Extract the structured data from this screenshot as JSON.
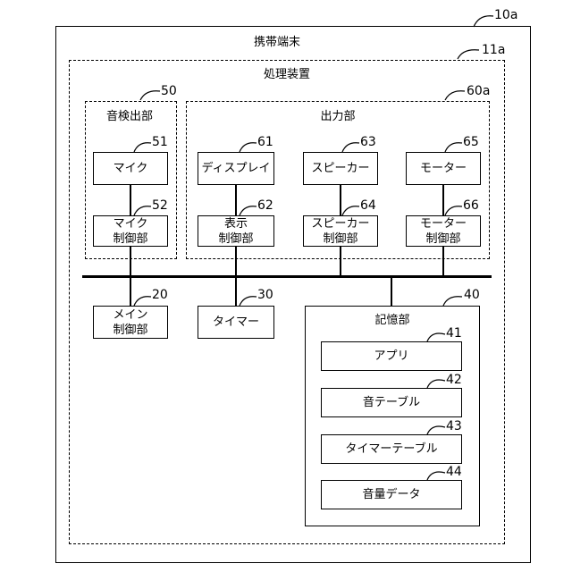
{
  "terminal": {
    "title": "携帯端末",
    "ref": "10a"
  },
  "processor": {
    "title": "処理装置",
    "ref": "11a"
  },
  "sound_detection": {
    "title": "音検出部",
    "ref": "50",
    "mic": {
      "label": "マイク",
      "ref": "51"
    },
    "mic_ctrl": {
      "label": "マイク\n制御部",
      "ref": "52"
    }
  },
  "output": {
    "title": "出力部",
    "ref": "60a",
    "display": {
      "label": "ディスプレイ",
      "ref": "61"
    },
    "display_ctrl": {
      "label": "表示\n制御部",
      "ref": "62"
    },
    "speaker": {
      "label": "スピーカー",
      "ref": "63"
    },
    "speaker_ctrl": {
      "label": "スピーカー\n制御部",
      "ref": "64"
    },
    "motor": {
      "label": "モーター",
      "ref": "65"
    },
    "motor_ctrl": {
      "label": "モーター\n制御部",
      "ref": "66"
    }
  },
  "main_ctrl": {
    "label": "メイン\n制御部",
    "ref": "20"
  },
  "timer": {
    "label": "タイマー",
    "ref": "30"
  },
  "storage": {
    "title": "記憶部",
    "ref": "40",
    "items": [
      {
        "label": "アプリ",
        "ref": "41"
      },
      {
        "label": "音テーブル",
        "ref": "42"
      },
      {
        "label": "タイマーテーブル",
        "ref": "43"
      },
      {
        "label": "音量データ",
        "ref": "44"
      }
    ]
  }
}
